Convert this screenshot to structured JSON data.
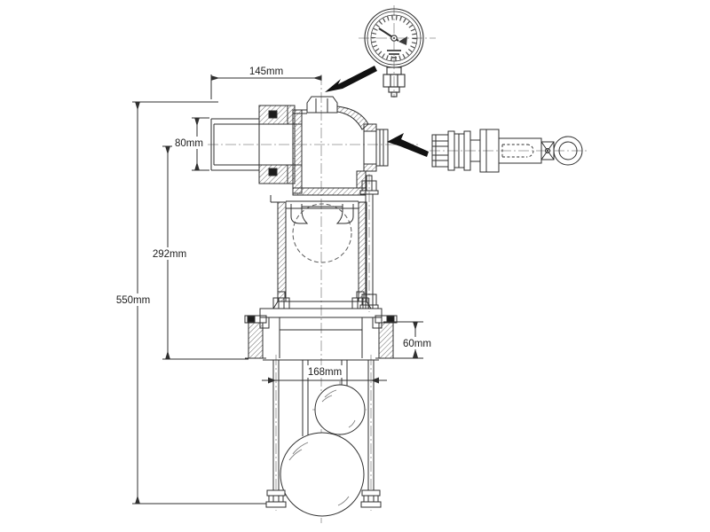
{
  "drawing": {
    "background": "#ffffff",
    "line_color": "#2f2f2f",
    "centerline_color": "#787878",
    "arrow_color": "#111111",
    "dimensions": {
      "top_width": "145mm",
      "inlet_bore": "80mm",
      "mid_height": "292mm",
      "overall_height": "550mm",
      "flange_height": "60mm",
      "rod_span": "168mm"
    },
    "icons": {
      "gauge_attach_arrow": "solid-left-down-arrow",
      "cartridge_attach_arrow": "solid-left-arrow"
    }
  }
}
